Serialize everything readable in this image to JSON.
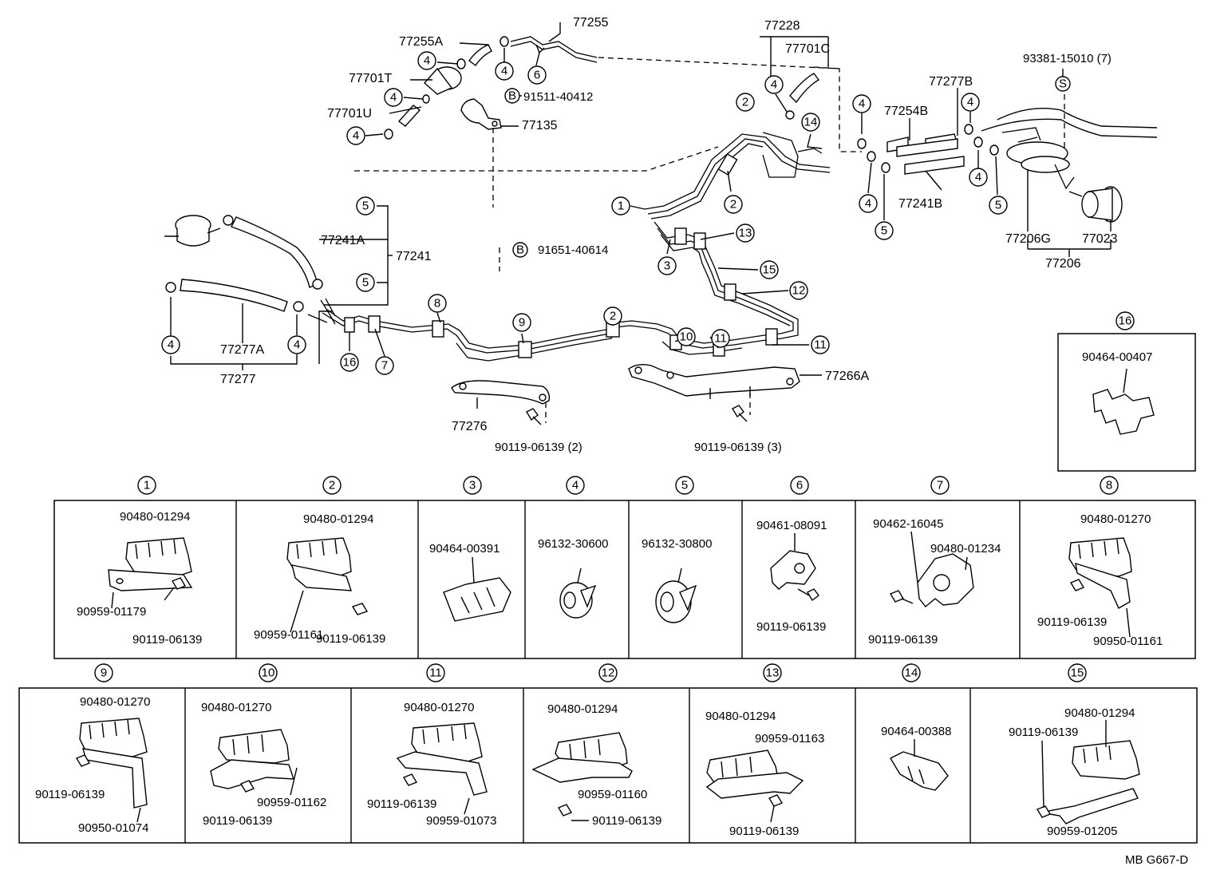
{
  "diagram_code": "MB G667-D",
  "top_labels": {
    "p77255": "77255",
    "p77255A": "77255A",
    "p77701T": "77701T",
    "p77701U": "77701U",
    "p77135": "77135",
    "b91511": "91511-40412",
    "b91651": "91651-40614",
    "p77228": "77228",
    "p77701C": "77701C",
    "p93381": "93381-15010 (7)",
    "p77277B": "77277B",
    "p77254B": "77254B",
    "p77241B": "77241B",
    "p77206G": "77206G",
    "p77023": "77023",
    "p77206": "77206",
    "p77241A": "77241A",
    "p77241": "77241",
    "p77277A": "77277A",
    "p77277": "77277",
    "p77276": "77276",
    "p77266A": "77266A",
    "bolt2": "90119-06139 (2)",
    "bolt3": "90119-06139 (3)"
  },
  "markers": {
    "B": "B",
    "S": "S"
  },
  "callouts": [
    "1",
    "2",
    "3",
    "4",
    "5",
    "6",
    "7",
    "8",
    "9",
    "10",
    "11",
    "12",
    "13",
    "14",
    "15",
    "16"
  ],
  "detail_boxes": {
    "b1": {
      "num": "1",
      "labels": [
        "90480-01294",
        "90959-01179",
        "90119-06139"
      ]
    },
    "b2": {
      "num": "2",
      "labels": [
        "90480-01294",
        "90959-01161",
        "90119-06139"
      ]
    },
    "b3": {
      "num": "3",
      "labels": [
        "90464-00391"
      ]
    },
    "b4": {
      "num": "4",
      "labels": [
        "96132-30600"
      ]
    },
    "b5": {
      "num": "5",
      "labels": [
        "96132-30800"
      ]
    },
    "b6": {
      "num": "6",
      "labels": [
        "90461-08091",
        "90119-06139"
      ]
    },
    "b7": {
      "num": "7",
      "labels": [
        "90462-16045",
        "90480-01234",
        "90119-06139"
      ]
    },
    "b8": {
      "num": "8",
      "labels": [
        "90480-01270",
        "90119-06139",
        "90950-01161"
      ]
    },
    "b9": {
      "num": "9",
      "labels": [
        "90480-01270",
        "90119-06139",
        "90950-01074"
      ]
    },
    "b10": {
      "num": "10",
      "labels": [
        "90480-01270",
        "90959-01162",
        "90119-06139"
      ]
    },
    "b11": {
      "num": "11",
      "labels": [
        "90480-01270",
        "90119-06139",
        "90959-01073"
      ]
    },
    "b12": {
      "num": "12",
      "labels": [
        "90480-01294",
        "90959-01160",
        "90119-06139"
      ]
    },
    "b13": {
      "num": "13",
      "labels": [
        "90480-01294",
        "90959-01163",
        "90119-06139"
      ]
    },
    "b14": {
      "num": "14",
      "labels": [
        "90464-00388"
      ]
    },
    "b15": {
      "num": "15",
      "labels": [
        "90480-01294",
        "90119-06139",
        "90959-01205"
      ]
    },
    "b16": {
      "num": "16",
      "labels": [
        "90464-00407"
      ]
    }
  }
}
